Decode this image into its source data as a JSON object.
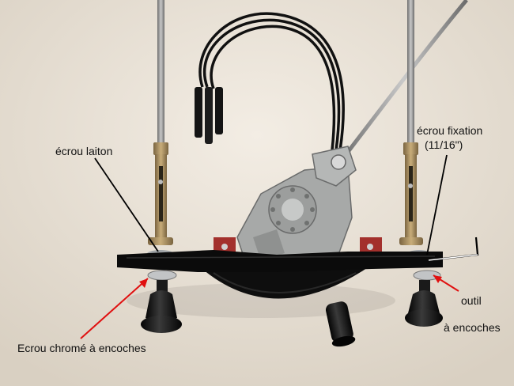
{
  "annotations": {
    "ecrou_laiton": "écrou laiton",
    "ecrou_fixation": "écrou fixation",
    "ecrou_fixation_size": "(11/16\")",
    "ecrou_chrome": "Ecrou chromé à encoches",
    "outil_line1": "outil",
    "outil_line2": "à encoches"
  },
  "colors": {
    "background": "#e9e2d6",
    "pointer_black": "#000000",
    "pointer_red": "#e01010",
    "pointer_white": "#ffffff"
  }
}
